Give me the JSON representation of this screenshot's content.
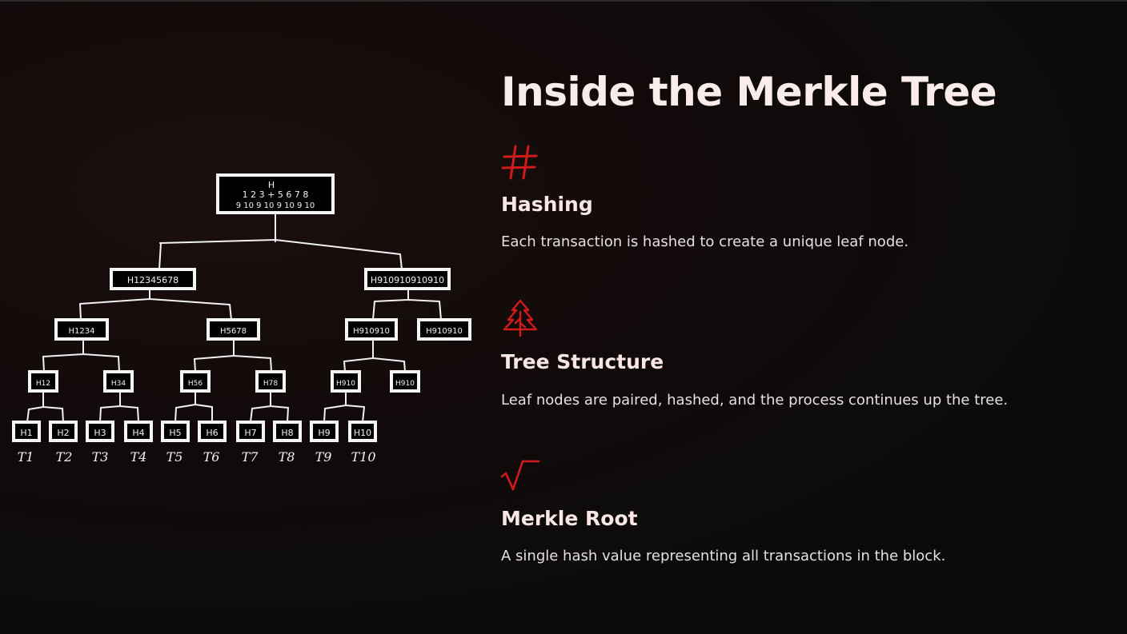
{
  "slide": {
    "title": "Inside the Merkle Tree",
    "accent_color": "#d11b1b",
    "features": [
      {
        "icon": "hash-icon",
        "title": "Hashing",
        "description": "Each transaction is hashed to create a unique leaf node."
      },
      {
        "icon": "tree-icon",
        "title": "Tree Structure",
        "description": "Leaf nodes are paired, hashed, and the process continues up the tree."
      },
      {
        "icon": "square-root-icon",
        "title": "Merkle Root",
        "description": "A single hash value representing all transactions in the block."
      }
    ]
  },
  "diagram": {
    "root": {
      "top": "H",
      "line1": "1 2 3 + 5 6 7 8",
      "line2": "9 10 9 10 9 10 9 10"
    },
    "level1": [
      "H12345678",
      "H910910910910"
    ],
    "level2": [
      "H1234",
      "H5678",
      "H910910",
      "H910910"
    ],
    "level3": [
      "H12",
      "H34",
      "H56",
      "H78",
      "H910",
      "H910"
    ],
    "leaves": [
      "H1",
      "H2",
      "H3",
      "H4",
      "H5",
      "H6",
      "H7",
      "H8",
      "H9",
      "H10"
    ],
    "transactions": [
      "T1",
      "T2",
      "T3",
      "T4",
      "T5",
      "T6",
      "T7",
      "T8",
      "T9",
      "T10"
    ]
  }
}
